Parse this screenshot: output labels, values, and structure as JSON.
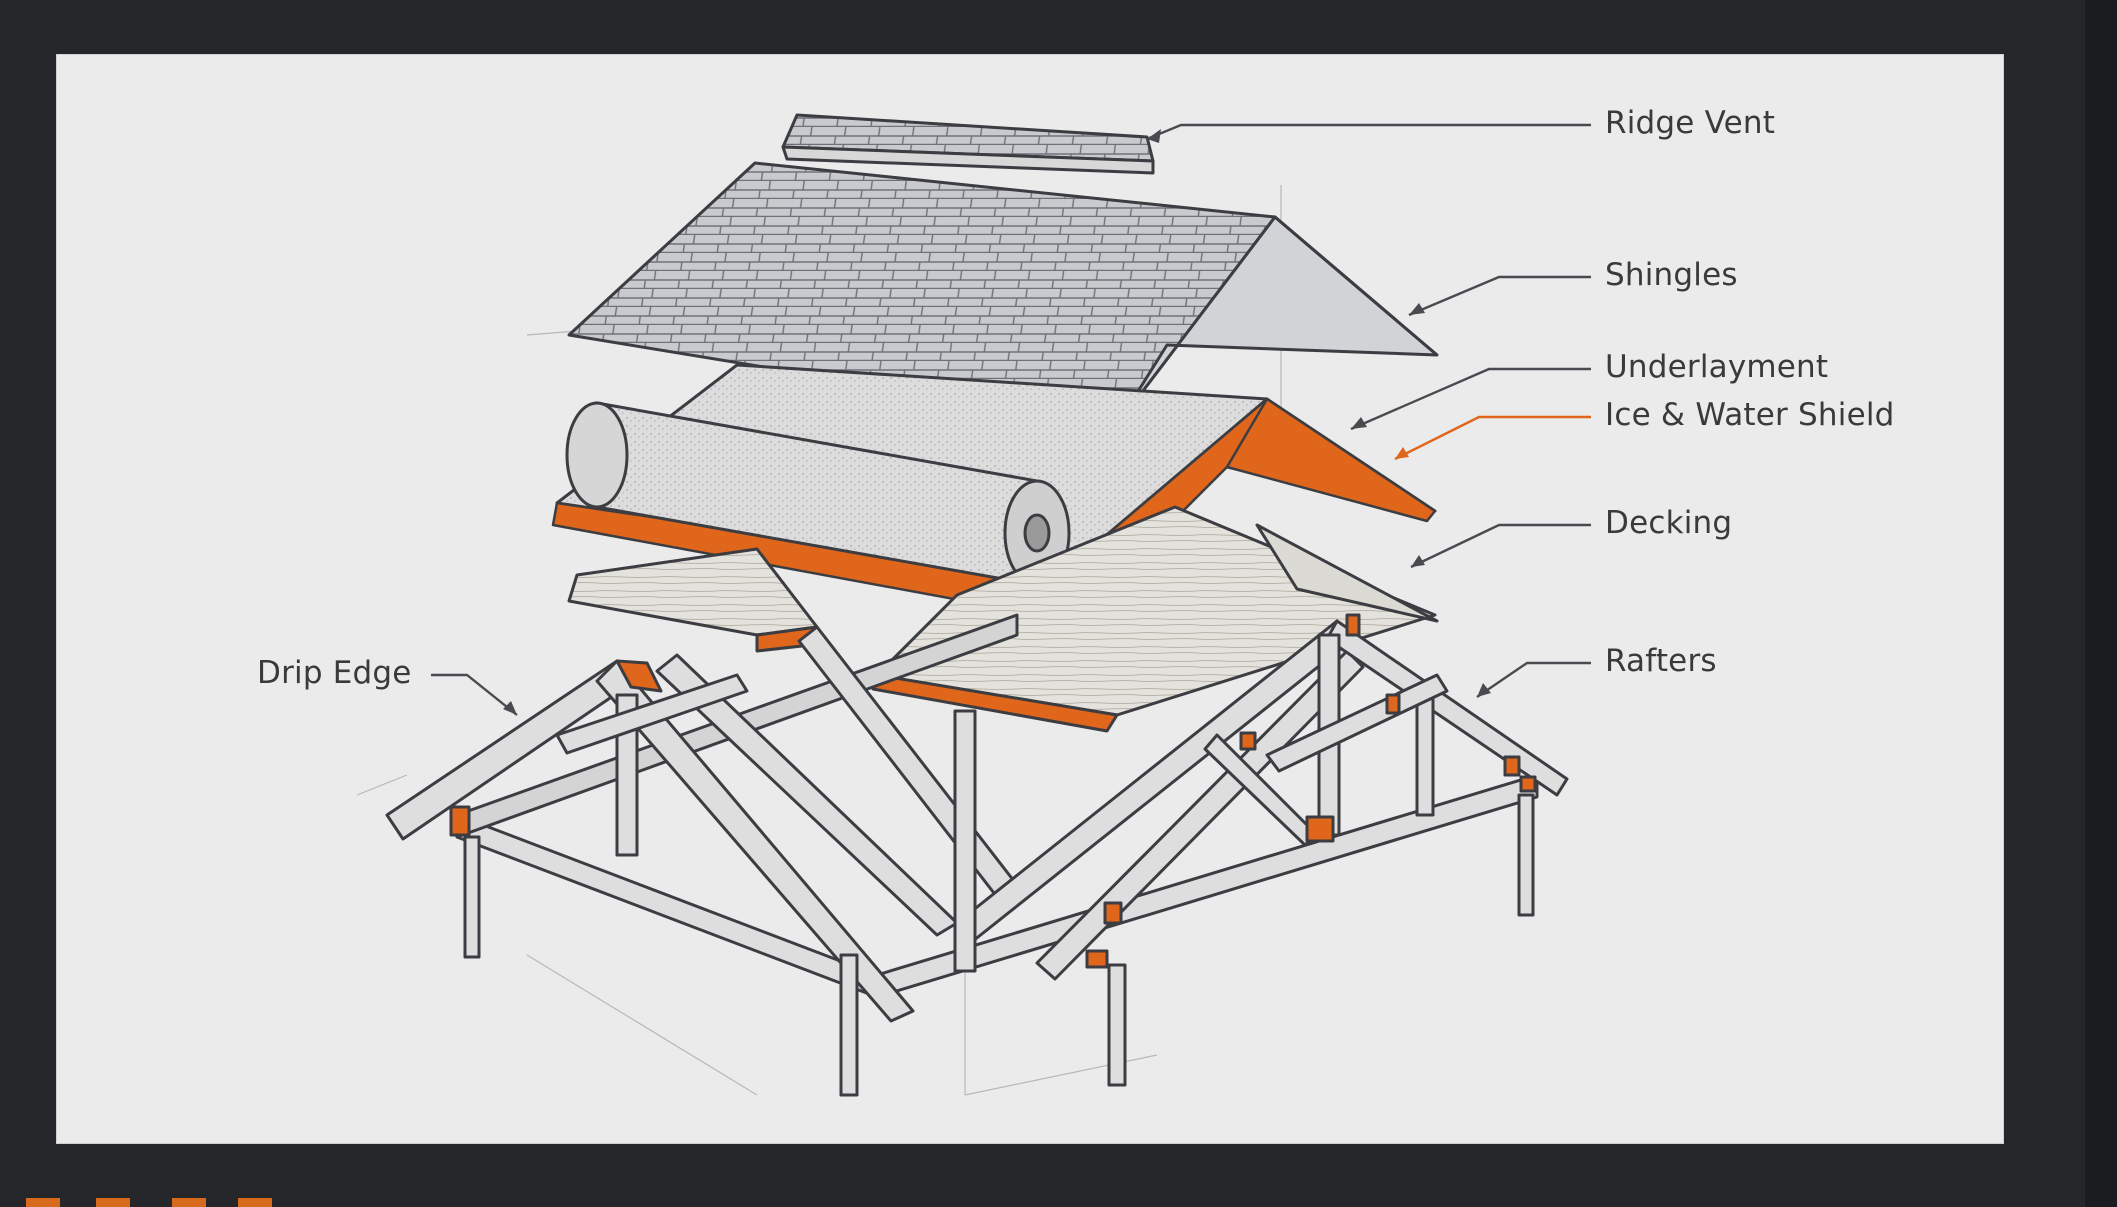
{
  "diagram": {
    "labels": {
      "ridge_vent": "Ridge Vent",
      "shingles": "Shingles",
      "underlayment": "Underlayment",
      "ice_water_shield": "Ice & Water Shield",
      "decking": "Decking",
      "rafters": "Rafters",
      "drip_edge": "Drip Edge"
    }
  },
  "colors": {
    "frame": "#25262a",
    "panel": "#ebebeb",
    "accent": "#e0661c",
    "line": "#3c3d42",
    "label": "#3a3a3c"
  }
}
